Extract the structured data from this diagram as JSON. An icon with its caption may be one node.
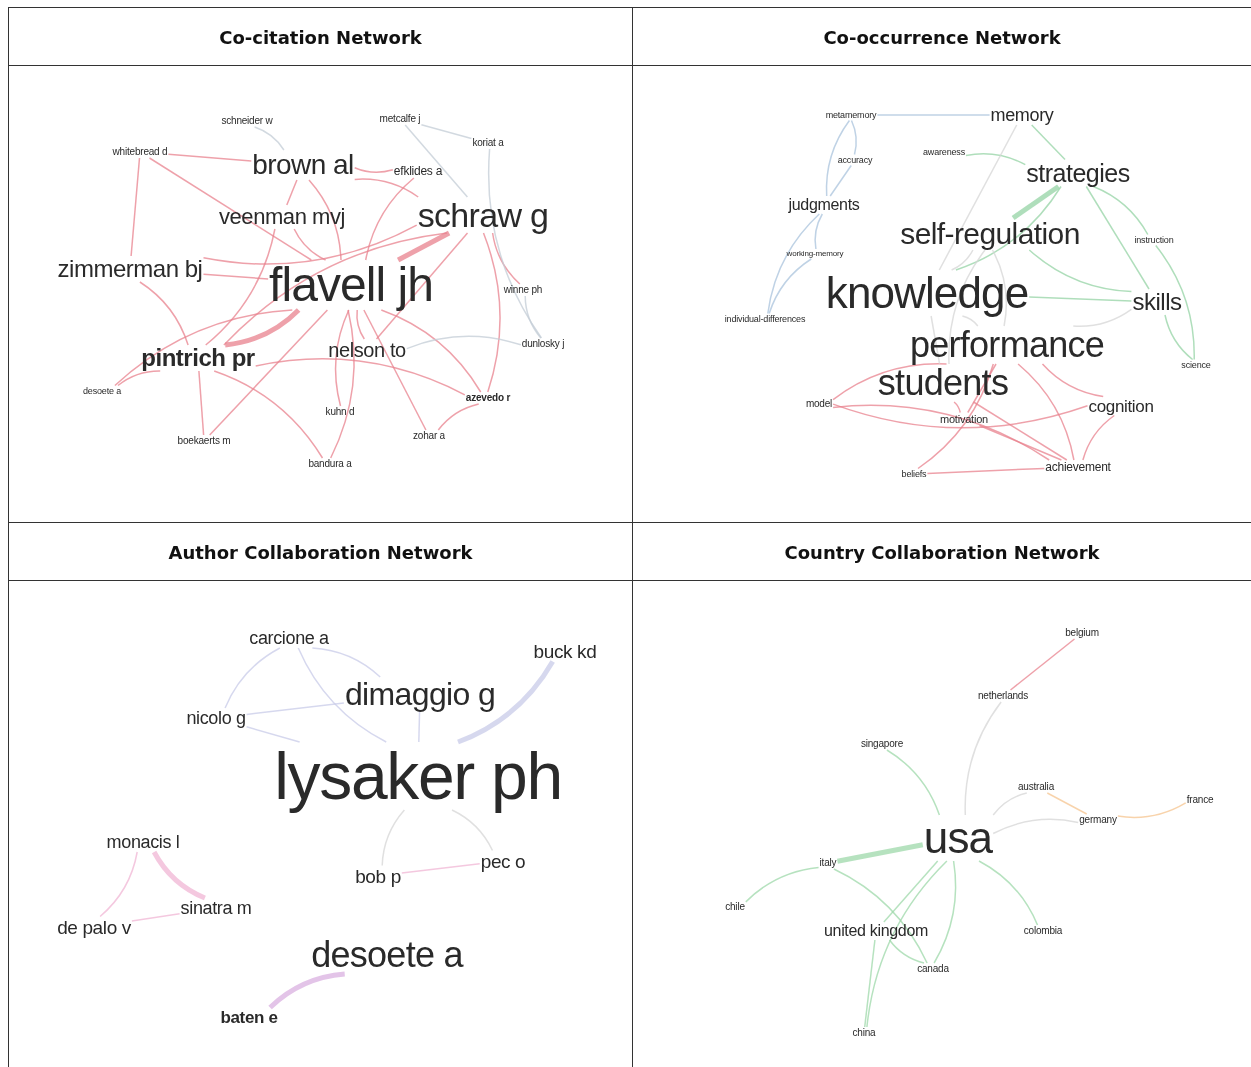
{
  "diagram": {
    "nodes": [
      {
        "text": [
          "Co-citation Network"
        ]
      },
      {
        "text": [
          "schneider w"
        ],
        "in": 0
      },
      {
        "text": [
          "metcalfe j"
        ],
        "in": 0
      },
      {
        "text": [
          "koriat a"
        ],
        "in": 0
      },
      {
        "text": [
          "whitebread d"
        ],
        "in": 0
      },
      {
        "text": [
          "brown al"
        ],
        "in": 0
      },
      {
        "text": [
          "efklides a"
        ],
        "in": 0
      },
      {
        "text": [
          "veenman mvj"
        ],
        "in": 0
      },
      {
        "text": [
          "schraw g"
        ],
        "in": 0
      },
      {
        "text": [
          "zimmerman bj"
        ],
        "in": 0
      },
      {
        "text": [
          "flavell jh"
        ],
        "in": 0
      },
      {
        "text": [
          "winne ph"
        ],
        "in": 0
      },
      {
        "text": [
          "pintrich pr"
        ],
        "in": 0
      },
      {
        "text": [
          "nelson to"
        ],
        "in": 0
      },
      {
        "text": [
          "dunlosky j"
        ],
        "in": 0
      },
      {
        "text": [
          "desoete a"
        ],
        "in": 0
      },
      {
        "text": [
          "azevedo r"
        ],
        "in": 0
      },
      {
        "text": [
          "kuhn d"
        ],
        "in": 0
      },
      {
        "text": [
          "boekaerts m"
        ],
        "in": 0
      },
      {
        "text": [
          "zohar a"
        ],
        "in": 0
      },
      {
        "text": [
          "bandura a"
        ],
        "in": 0
      },
      {
        "text": [
          "Co-occurrence Network"
        ]
      },
      {
        "text": [
          "metamemory"
        ],
        "in": 21
      },
      {
        "text": [
          "memory"
        ],
        "in": 21
      },
      {
        "text": [
          "accuracy"
        ],
        "in": 21
      },
      {
        "text": [
          "awareness"
        ],
        "in": 21
      },
      {
        "text": [
          "strategies"
        ],
        "in": 21
      },
      {
        "text": [
          "judgments"
        ],
        "in": 21
      },
      {
        "text": [
          "self-regulation"
        ],
        "in": 21
      },
      {
        "text": [
          "instruction"
        ],
        "in": 21
      },
      {
        "text": [
          "working-memory"
        ],
        "in": 21
      },
      {
        "text": [
          "knowledge"
        ],
        "in": 21
      },
      {
        "text": [
          "skills"
        ],
        "in": 21
      },
      {
        "text": [
          "individual-differences"
        ],
        "in": 21
      },
      {
        "text": [
          "performance"
        ],
        "in": 21
      },
      {
        "text": [
          "science"
        ],
        "in": 21
      },
      {
        "text": [
          "students"
        ],
        "in": 21
      },
      {
        "text": [
          "model"
        ],
        "in": 21
      },
      {
        "text": [
          "cognition"
        ],
        "in": 21
      },
      {
        "text": [
          "motivation"
        ],
        "in": 21
      },
      {
        "text": [
          "beliefs"
        ],
        "in": 21
      },
      {
        "text": [
          "achievement"
        ],
        "in": 21
      },
      {
        "text": [
          "Author Collaboration Network"
        ]
      },
      {
        "text": [
          "carcione a"
        ],
        "in": 42
      },
      {
        "text": [
          "buck kd"
        ],
        "in": 42
      },
      {
        "text": [
          "dimaggio g"
        ],
        "in": 42
      },
      {
        "text": [
          "nicolo g"
        ],
        "in": 42
      },
      {
        "text": [
          "lysaker ph"
        ],
        "in": 42
      },
      {
        "text": [
          "monacis l"
        ],
        "in": 42
      },
      {
        "text": [
          "bob p"
        ],
        "in": 42
      },
      {
        "text": [
          "pec o"
        ],
        "in": 42
      },
      {
        "text": [
          "sinatra m"
        ],
        "in": 42
      },
      {
        "text": [
          "de palo v"
        ],
        "in": 42
      },
      {
        "text": [
          "desoete a"
        ],
        "in": 42
      },
      {
        "text": [
          "baten e"
        ],
        "in": 42
      },
      {
        "text": [
          "Country Collaboration Network"
        ]
      },
      {
        "text": [
          "belgium"
        ],
        "in": 55
      },
      {
        "text": [
          "netherlands"
        ],
        "in": 55
      },
      {
        "text": [
          "singapore"
        ],
        "in": 55
      },
      {
        "text": [
          "australia"
        ],
        "in": 55
      },
      {
        "text": [
          "usa"
        ],
        "in": 55
      },
      {
        "text": [
          "france"
        ],
        "in": 55
      },
      {
        "text": [
          "germany"
        ],
        "in": 55
      },
      {
        "text": [
          "italy"
        ],
        "in": 55
      },
      {
        "text": [
          "chile"
        ],
        "in": 55
      },
      {
        "text": [
          "united kingdom"
        ],
        "in": 55
      },
      {
        "text": [
          "colombia"
        ],
        "in": 55
      },
      {
        "text": [
          "canada"
        ],
        "in": 55
      },
      {
        "text": [
          "china"
        ],
        "in": 55
      }
    ],
    "edges": [
      {
        "from": 10,
        "to": 12,
        "arrow": "none",
        "style": "thick"
      },
      {
        "from": 10,
        "to": 8,
        "arrow": "none",
        "style": "thick"
      },
      {
        "from": 10,
        "to": 5,
        "arrow": "none"
      },
      {
        "from": 10,
        "to": 7,
        "arrow": "none"
      },
      {
        "from": 10,
        "to": 9,
        "arrow": "none"
      },
      {
        "from": 10,
        "to": 13,
        "arrow": "none"
      },
      {
        "from": 10,
        "to": 16,
        "arrow": "none"
      },
      {
        "from": 10,
        "to": 18,
        "arrow": "none"
      },
      {
        "from": 10,
        "to": 15,
        "arrow": "none"
      },
      {
        "from": 10,
        "to": 20,
        "arrow": "none"
      },
      {
        "from": 10,
        "to": 19,
        "arrow": "none"
      },
      {
        "from": 10,
        "to": 17,
        "arrow": "none"
      },
      {
        "from": 10,
        "to": 6,
        "arrow": "none"
      },
      {
        "from": 10,
        "to": 4,
        "arrow": "none"
      },
      {
        "from": 12,
        "to": 9,
        "arrow": "none"
      },
      {
        "from": 12,
        "to": 8,
        "arrow": "none"
      },
      {
        "from": 12,
        "to": 18,
        "arrow": "none"
      },
      {
        "from": 12,
        "to": 15,
        "arrow": "none"
      },
      {
        "from": 12,
        "to": 16,
        "arrow": "none"
      },
      {
        "from": 9,
        "to": 4,
        "arrow": "none"
      },
      {
        "from": 9,
        "to": 8,
        "arrow": "none"
      },
      {
        "from": 5,
        "to": 8,
        "arrow": "none"
      },
      {
        "from": 5,
        "to": 7,
        "arrow": "none"
      },
      {
        "from": 5,
        "to": 6,
        "arrow": "none"
      },
      {
        "from": 8,
        "to": 16,
        "arrow": "none"
      },
      {
        "from": 8,
        "to": 13,
        "arrow": "none"
      },
      {
        "from": 8,
        "to": 11,
        "arrow": "none"
      },
      {
        "from": 13,
        "to": 14,
        "arrow": "none",
        "color": "#c3ccd6"
      },
      {
        "from": 2,
        "to": 3,
        "arrow": "none",
        "color": "#c3ccd6"
      },
      {
        "from": 3,
        "to": 14,
        "arrow": "none",
        "color": "#c3ccd6"
      },
      {
        "from": 1,
        "to": 5,
        "arrow": "none",
        "color": "#c3ccd6"
      },
      {
        "from": 2,
        "to": 8,
        "arrow": "none",
        "color": "#c3ccd6"
      },
      {
        "from": 11,
        "to": 14,
        "arrow": "none",
        "color": "#c3ccd6"
      },
      {
        "from": 7,
        "to": 12,
        "arrow": "none"
      },
      {
        "from": 5,
        "to": 4,
        "arrow": "none"
      },
      {
        "from": 20,
        "to": 12,
        "arrow": "none"
      },
      {
        "from": 19,
        "to": 16,
        "arrow": "none"
      },
      {
        "from": 28,
        "to": 26,
        "arrow": "none",
        "style": "thick",
        "color": "#94d3a4"
      },
      {
        "from": 31,
        "to": 26,
        "arrow": "none",
        "color": "#94d3a4"
      },
      {
        "from": 26,
        "to": 29,
        "arrow": "none",
        "color": "#94d3a4"
      },
      {
        "from": 26,
        "to": 32,
        "arrow": "none",
        "color": "#94d3a4"
      },
      {
        "from": 32,
        "to": 35,
        "arrow": "none",
        "color": "#94d3a4"
      },
      {
        "from": 29,
        "to": 35,
        "arrow": "none",
        "color": "#94d3a4"
      },
      {
        "from": 31,
        "to": 32,
        "arrow": "none",
        "color": "#94d3a4"
      },
      {
        "from": 28,
        "to": 32,
        "arrow": "none",
        "color": "#94d3a4"
      },
      {
        "from": 25,
        "to": 26,
        "arrow": "none",
        "color": "#94d3a4"
      },
      {
        "from": 23,
        "to": 26,
        "arrow": "none",
        "color": "#94d3a4"
      },
      {
        "from": 22,
        "to": 27,
        "arrow": "none",
        "color": "#a9c3dc"
      },
      {
        "from": 22,
        "to": 24,
        "arrow": "none",
        "color": "#a9c3dc"
      },
      {
        "from": 24,
        "to": 27,
        "arrow": "none",
        "color": "#a9c3dc"
      },
      {
        "from": 27,
        "to": 33,
        "arrow": "none",
        "color": "#a9c3dc"
      },
      {
        "from": 30,
        "to": 27,
        "arrow": "none",
        "color": "#a9c3dc"
      },
      {
        "from": 22,
        "to": 23,
        "arrow": "none",
        "color": "#a9c3dc"
      },
      {
        "from": 30,
        "to": 33,
        "arrow": "none",
        "color": "#a9c3dc"
      },
      {
        "from": 34,
        "to": 41,
        "arrow": "none"
      },
      {
        "from": 34,
        "to": 39,
        "arrow": "none"
      },
      {
        "from": 34,
        "to": 38,
        "arrow": "none"
      },
      {
        "from": 36,
        "to": 39,
        "arrow": "none"
      },
      {
        "from": 36,
        "to": 41,
        "arrow": "none"
      },
      {
        "from": 37,
        "to": 38,
        "arrow": "none"
      },
      {
        "from": 37,
        "to": 41,
        "arrow": "none"
      },
      {
        "from": 40,
        "to": 41,
        "arrow": "none"
      },
      {
        "from": 40,
        "to": 34,
        "arrow": "none"
      },
      {
        "from": 37,
        "to": 34,
        "arrow": "none"
      },
      {
        "from": 39,
        "to": 41,
        "arrow": "none"
      },
      {
        "from": 38,
        "to": 41,
        "arrow": "none"
      },
      {
        "from": 31,
        "to": 34,
        "arrow": "none",
        "color": "#d6d6d6"
      },
      {
        "from": 31,
        "to": 36,
        "arrow": "none",
        "color": "#d6d6d6"
      },
      {
        "from": 31,
        "to": 28,
        "arrow": "none",
        "color": "#d6d6d6"
      },
      {
        "from": 28,
        "to": 34,
        "arrow": "none",
        "color": "#d6d6d6"
      },
      {
        "from": 31,
        "to": 23,
        "arrow": "none",
        "color": "#d6d6d6"
      },
      {
        "from": 34,
        "to": 32,
        "arrow": "none",
        "color": "#d6d6d6"
      },
      {
        "from": 36,
        "to": 28,
        "arrow": "none",
        "color": "#d6d6d6"
      },
      {
        "from": 47,
        "to": 45,
        "arrow": "none",
        "color": "#c8cbe8"
      },
      {
        "from": 47,
        "to": 44,
        "arrow": "none",
        "style": "thick",
        "color": "#c8cbe8"
      },
      {
        "from": 47,
        "to": 43,
        "arrow": "none",
        "color": "#c8cbe8"
      },
      {
        "from": 47,
        "to": 46,
        "arrow": "none",
        "color": "#c8cbe8"
      },
      {
        "from": 43,
        "to": 46,
        "arrow": "none",
        "color": "#c8cbe8"
      },
      {
        "from": 43,
        "to": 45,
        "arrow": "none",
        "color": "#c8cbe8"
      },
      {
        "from": 46,
        "to": 45,
        "arrow": "none",
        "color": "#c8cbe8"
      },
      {
        "from": 47,
        "to": 49,
        "arrow": "none",
        "color": "#d6d6d6"
      },
      {
        "from": 47,
        "to": 50,
        "arrow": "none",
        "color": "#d6d6d6"
      },
      {
        "from": 49,
        "to": 50,
        "arrow": "none",
        "color": "#f0b5d4"
      },
      {
        "from": 48,
        "to": 51,
        "arrow": "none",
        "style": "thick",
        "color": "#f0b5d4"
      },
      {
        "from": 48,
        "to": 52,
        "arrow": "none",
        "color": "#f0b5d4"
      },
      {
        "from": 52,
        "to": 51,
        "arrow": "none",
        "color": "#f0b5d4"
      },
      {
        "from": 53,
        "to": 54,
        "arrow": "none",
        "style": "thick",
        "color": "#d9b0e0"
      },
      {
        "from": 60,
        "to": 57,
        "arrow": "none",
        "color": "#d6d6d6"
      },
      {
        "from": 57,
        "to": 56,
        "arrow": "none"
      },
      {
        "from": 60,
        "to": 58,
        "arrow": "none",
        "color": "#9ed8a9"
      },
      {
        "from": 60,
        "to": 59,
        "arrow": "none",
        "color": "#d6d6d6"
      },
      {
        "from": 59,
        "to": 62,
        "arrow": "none",
        "color": "#f5c48f"
      },
      {
        "from": 62,
        "to": 61,
        "arrow": "none",
        "color": "#f5c48f"
      },
      {
        "from": 60,
        "to": 62,
        "arrow": "none",
        "color": "#d6d6d6"
      },
      {
        "from": 60,
        "to": 63,
        "arrow": "none",
        "style": "thick",
        "color": "#9ed8a9"
      },
      {
        "from": 63,
        "to": 64,
        "arrow": "none",
        "color": "#9ed8a9"
      },
      {
        "from": 63,
        "to": 67,
        "arrow": "none",
        "color": "#9ed8a9"
      },
      {
        "from": 60,
        "to": 65,
        "arrow": "none",
        "color": "#9ed8a9"
      },
      {
        "from": 60,
        "to": 68,
        "arrow": "none",
        "color": "#9ed8a9"
      },
      {
        "from": 60,
        "to": 67,
        "arrow": "none",
        "color": "#9ed8a9"
      },
      {
        "from": 65,
        "to": 68,
        "arrow": "none",
        "color": "#9ed8a9"
      },
      {
        "from": 65,
        "to": 67,
        "arrow": "none",
        "color": "#9ed8a9"
      },
      {
        "from": 60,
        "to": 66,
        "arrow": "none",
        "color": "#9ed8a9"
      }
    ]
  }
}
